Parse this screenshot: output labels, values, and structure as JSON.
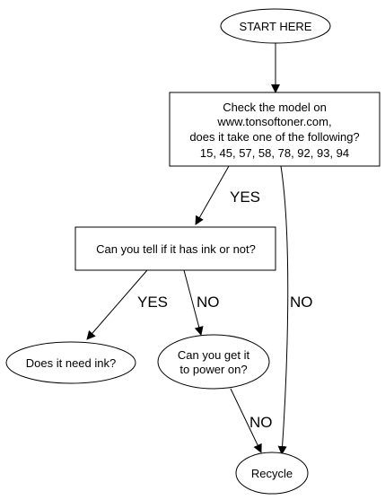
{
  "nodes": {
    "start": {
      "label": "START HERE"
    },
    "check_model": {
      "lines": [
        "Check the model on",
        "www.tonsoftoner.com,",
        "does it take one of the following?",
        "15, 45, 57, 58, 78, 92, 93, 94"
      ]
    },
    "ink_question": {
      "label": "Can you tell if it has ink or not?"
    },
    "need_ink": {
      "label": "Does it need ink?"
    },
    "power_on": {
      "lines": [
        "Can you get it",
        "to power on?"
      ]
    },
    "recycle": {
      "label": "Recycle"
    }
  },
  "edges": {
    "check_to_ink": {
      "label": "YES"
    },
    "check_to_recycle": {
      "label": "NO"
    },
    "ink_to_need": {
      "label": "YES"
    },
    "ink_to_power": {
      "label": "NO"
    },
    "power_to_recycle": {
      "label": "NO"
    }
  },
  "colors": {
    "stroke": "#000000",
    "fill": "#ffffff",
    "text": "#000000"
  }
}
